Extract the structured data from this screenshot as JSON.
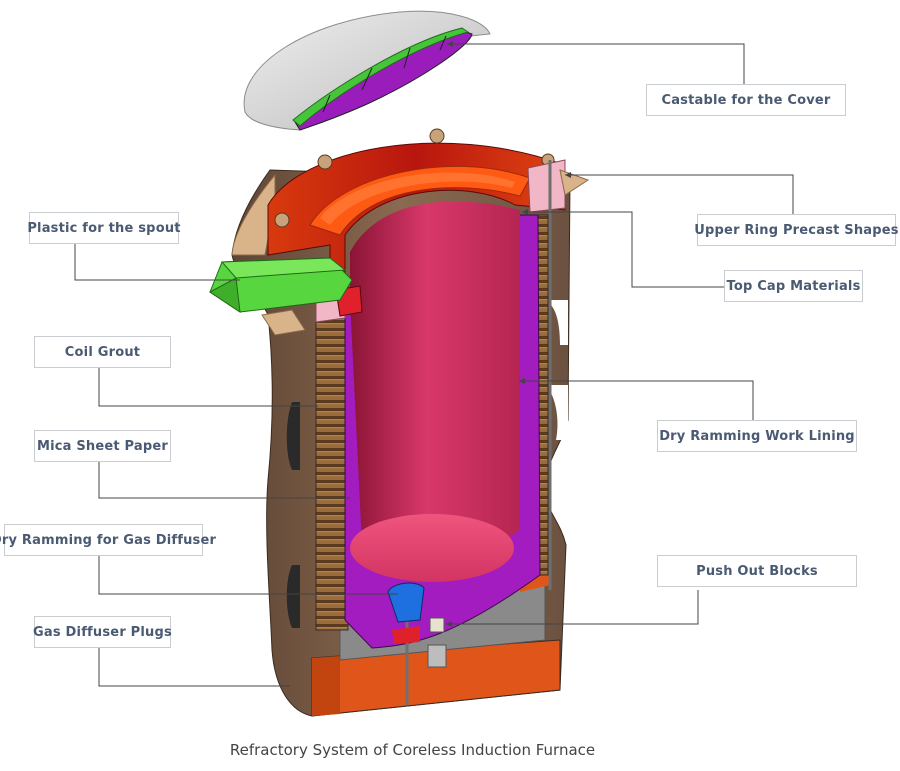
{
  "caption": "Refractory System of Coreless Induction Furnace",
  "labels": {
    "castable_cover": "Castable for the Cover",
    "upper_ring": "Upper Ring Precast Shapes",
    "top_cap": "Top Cap Materials",
    "plastic_spout": "Plastic for the spout",
    "coil_grout": "Coil Grout",
    "mica_sheet": "Mica Sheet Paper",
    "dry_ramming_work_lining": "Dry Ramming Work Lining",
    "dry_ramming_gas_diffuser": "Dry Ramming for Gas Diffuser",
    "push_out_blocks": "Push Out Blocks",
    "gas_diffuser_plugs": "Gas Diffuser Plugs"
  },
  "colors": {
    "shell": "#7a5c45",
    "top_ring": "#d81c1c",
    "top_cap": "#ff4a12",
    "work_lining": "#a21cc0",
    "crucible": "#c9305a",
    "spout": "#4fd33a",
    "cover": "#cfcfcf",
    "diffuser": "#1e6fe0",
    "upper_ring_shape": "#f2b7c6",
    "base": "#e0561a"
  }
}
